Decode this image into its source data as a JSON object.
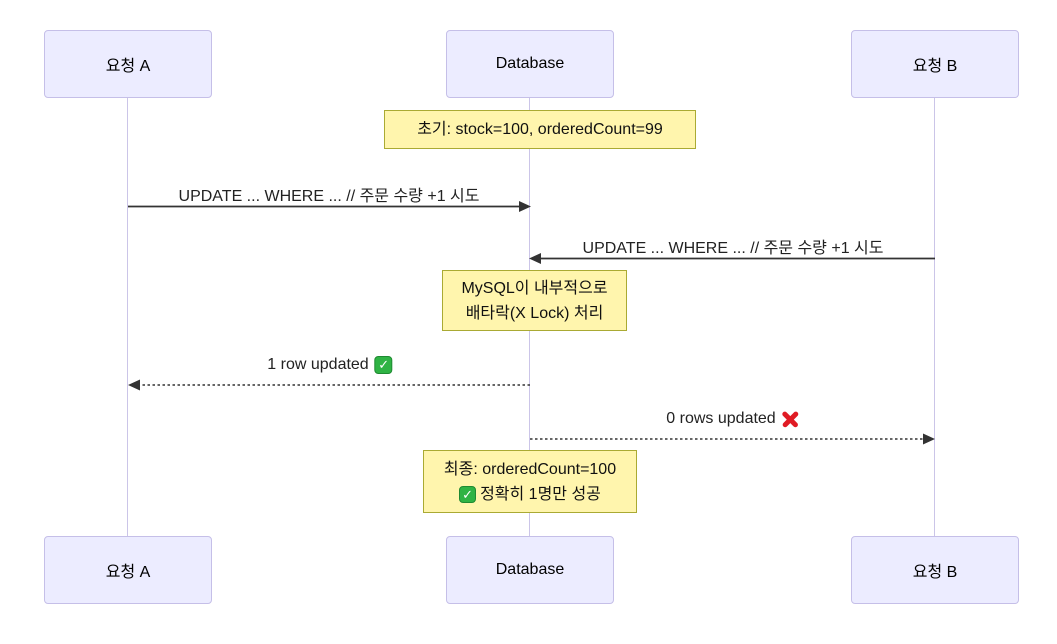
{
  "actors": [
    {
      "label": "요청 A"
    },
    {
      "label": "Database"
    },
    {
      "label": "요청 B"
    }
  ],
  "messages": [
    {
      "from": "요청 A",
      "to": "Database",
      "label": "UPDATE ... WHERE ... // 주문 수량 +1 시도",
      "line": "solid",
      "arrow": "filled-right"
    },
    {
      "from": "요청 B",
      "to": "Database",
      "label": "UPDATE ... WHERE ... // 주문 수량 +1 시도",
      "line": "solid",
      "arrow": "filled-left"
    },
    {
      "from": "Database",
      "to": "요청 A",
      "label": "1 row updated",
      "icon": "check-emoji",
      "line": "dashed",
      "arrow": "filled-left"
    },
    {
      "from": "Database",
      "to": "요청 B",
      "label": "0 rows updated",
      "icon": "cross-emoji",
      "line": "dashed",
      "arrow": "filled-right"
    }
  ],
  "notes": [
    {
      "over": "Database",
      "text": "초기: stock=100, orderedCount=99"
    },
    {
      "over": "Database",
      "lines": [
        "MySQL이 내부적으로",
        "배타락(X Lock) 처리"
      ]
    },
    {
      "over": "Database",
      "line1": "최종: orderedCount=100",
      "line2": "정확히 1명만 성공",
      "line2_icon": "check-emoji"
    }
  ],
  "icons": {
    "check_glyph": "✓"
  },
  "colors": {
    "actor_fill": "#ECECFF",
    "actor_border": "#C5BFE8",
    "lifeline": "#CBC5E8",
    "note_fill": "#FFF5AD",
    "note_border": "#AAAA33",
    "arrow": "#333333",
    "check_green": "#2FB344",
    "cross_red": "#E01B24"
  }
}
